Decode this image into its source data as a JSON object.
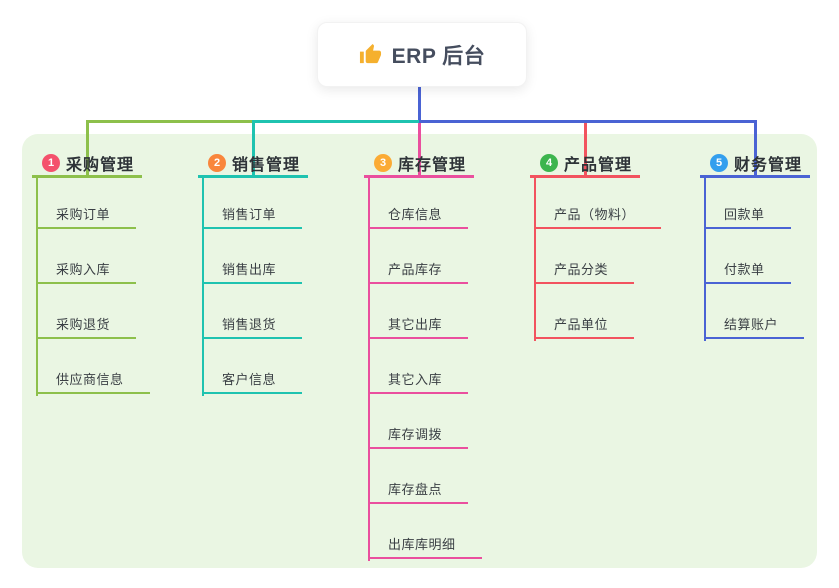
{
  "root": {
    "label": "ERP 后台",
    "icon": "thumbs-up-icon",
    "icon_color": "#f5b02e",
    "connector_color": "#4a63d4",
    "text_color": "#454d5e"
  },
  "panel": {
    "background": "#eaf6e3"
  },
  "branches": [
    {
      "number": "1",
      "title": "采购管理",
      "badge_color": "#f4516c",
      "line_color": "#8dc04b",
      "children": [
        "采购订单",
        "采购入库",
        "采购退货",
        "供应商信息"
      ]
    },
    {
      "number": "2",
      "title": "销售管理",
      "badge_color": "#f9863c",
      "line_color": "#1fc3b0",
      "children": [
        "销售订单",
        "销售出库",
        "销售退货",
        "客户信息"
      ]
    },
    {
      "number": "3",
      "title": "库存管理",
      "badge_color": "#fbab35",
      "line_color": "#ea4f9e",
      "children": [
        "仓库信息",
        "产品库存",
        "其它出库",
        "其它入库",
        "库存调拨",
        "库存盘点",
        "出库库明细"
      ]
    },
    {
      "number": "4",
      "title": "产品管理",
      "badge_color": "#3db54e",
      "line_color": "#f2535f",
      "children": [
        "产品（物料）",
        "产品分类",
        "产品单位"
      ]
    },
    {
      "number": "5",
      "title": "财务管理",
      "badge_color": "#339fee",
      "line_color": "#4a63d4",
      "children": [
        "回款单",
        "付款单",
        "结算账户"
      ]
    }
  ]
}
